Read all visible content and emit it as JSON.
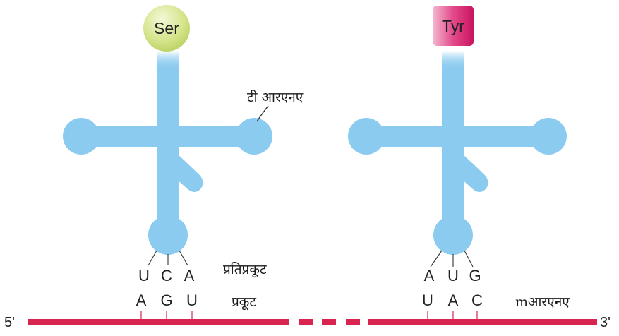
{
  "trnas": [
    {
      "amino_acid": "Ser",
      "amino_acid_color": "#d4e48a",
      "anticodon": [
        "U",
        "C",
        "A"
      ],
      "codon": [
        "A",
        "G",
        "U"
      ]
    },
    {
      "amino_acid": "Tyr",
      "amino_acid_color": "#d81a6e",
      "anticodon": [
        "A",
        "U",
        "G"
      ],
      "codon": [
        "U",
        "A",
        "C"
      ]
    }
  ],
  "labels": {
    "trna": "टी आरएनए",
    "anticodon": "प्रतिप्रकूट",
    "codon": "प्रकूट",
    "mrna": "mआरएनए",
    "five_prime": "5'",
    "three_prime": "3'"
  },
  "colors": {
    "trna_body": "#8ccbf0",
    "mrna_strand": "#d8244f",
    "pointer_line": "#d8244f"
  }
}
